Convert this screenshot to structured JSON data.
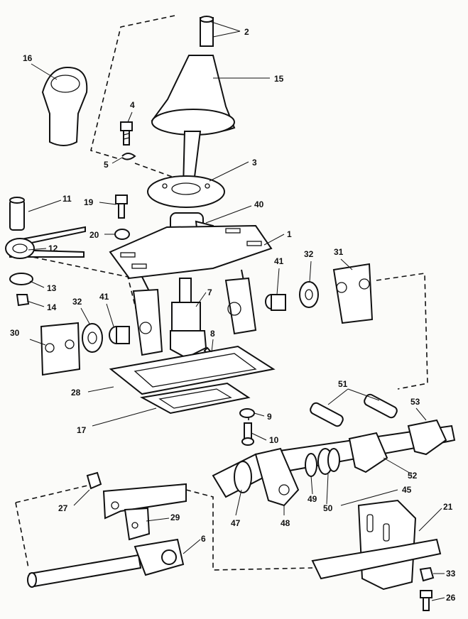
{
  "diagram": {
    "callouts": [
      {
        "id": "c2",
        "text": "2"
      },
      {
        "id": "c15",
        "text": "15"
      },
      {
        "id": "c16",
        "text": "16"
      },
      {
        "id": "c4",
        "text": "4"
      },
      {
        "id": "c5",
        "text": "5"
      },
      {
        "id": "c3",
        "text": "3"
      },
      {
        "id": "c11",
        "text": "11"
      },
      {
        "id": "c19",
        "text": "19"
      },
      {
        "id": "c40",
        "text": "40"
      },
      {
        "id": "c20",
        "text": "20"
      },
      {
        "id": "c1",
        "text": "1"
      },
      {
        "id": "c12",
        "text": "12"
      },
      {
        "id": "c13",
        "text": "13"
      },
      {
        "id": "c14",
        "text": "14"
      },
      {
        "id": "c41a",
        "text": "41"
      },
      {
        "id": "c32a",
        "text": "32"
      },
      {
        "id": "c31",
        "text": "31"
      },
      {
        "id": "c32b",
        "text": "32"
      },
      {
        "id": "c41b",
        "text": "41"
      },
      {
        "id": "c7",
        "text": "7"
      },
      {
        "id": "c30",
        "text": "30"
      },
      {
        "id": "c8",
        "text": "8"
      },
      {
        "id": "c28",
        "text": "28"
      },
      {
        "id": "c51",
        "text": "51"
      },
      {
        "id": "c17",
        "text": "17"
      },
      {
        "id": "c9",
        "text": "9"
      },
      {
        "id": "c53",
        "text": "53"
      },
      {
        "id": "c10",
        "text": "10"
      },
      {
        "id": "c52",
        "text": "52"
      },
      {
        "id": "c45",
        "text": "45"
      },
      {
        "id": "c27",
        "text": "27"
      },
      {
        "id": "c47",
        "text": "47"
      },
      {
        "id": "c48",
        "text": "48"
      },
      {
        "id": "c49",
        "text": "49"
      },
      {
        "id": "c50",
        "text": "50"
      },
      {
        "id": "c29",
        "text": "29"
      },
      {
        "id": "c21",
        "text": "21"
      },
      {
        "id": "c6",
        "text": "6"
      },
      {
        "id": "c33",
        "text": "33"
      },
      {
        "id": "c26",
        "text": "26"
      }
    ]
  }
}
